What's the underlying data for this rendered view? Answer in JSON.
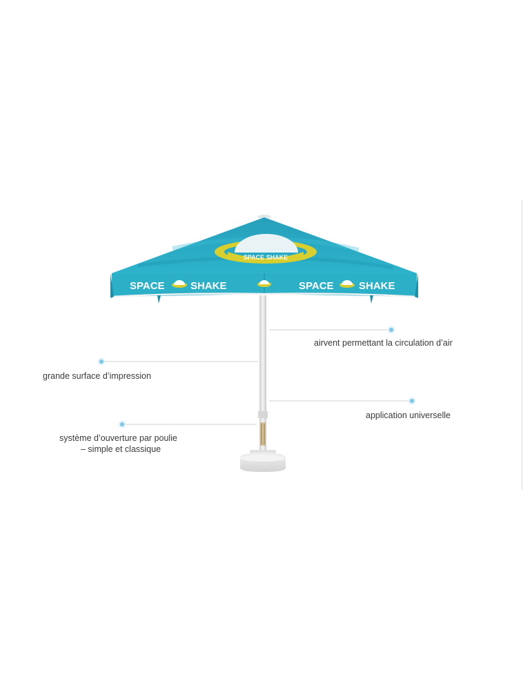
{
  "brand": {
    "name": "SPACE SHAKE",
    "word1": "SPACE",
    "word2": "SHAKE",
    "colors": {
      "canopy": "#2aaac2",
      "canopy_dark": "#1f8fa8",
      "planet_ring": "#d8cf2f",
      "planet": "#e9f3f5",
      "pole": "#e6e6e6",
      "callout_dot": "#7cc7e6",
      "callout_line": "#cfcfcf"
    }
  },
  "callouts": [
    {
      "id": "airvent",
      "text": "airvent permettant la circulation d’air"
    },
    {
      "id": "print-surface",
      "text": "grande surface d’impression"
    },
    {
      "id": "application",
      "text": "application universelle"
    },
    {
      "id": "pulley-line1",
      "text": "système d’ouverture par poulie"
    },
    {
      "id": "pulley-line2",
      "text": "– simple et classique"
    }
  ]
}
